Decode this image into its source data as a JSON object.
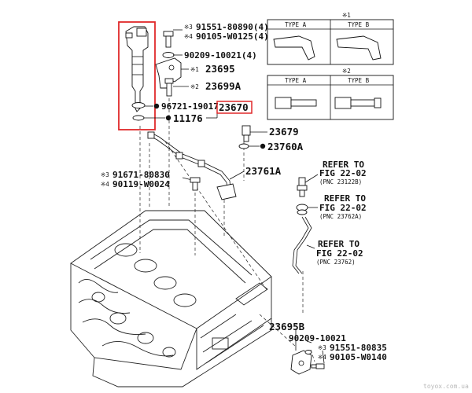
{
  "labels": {
    "injector_bolt_m3": "91551-80890(4)",
    "injector_bolt_m4": "90105-W0125(4)",
    "injector_nut": "90209-10021(4)",
    "clamp": "23695",
    "clamp_bolt": "23699A",
    "gasket_ring": "96721-19017",
    "injector_assy": "23670",
    "gasket_washer": "11176",
    "union": "23679",
    "union_gasket": "23760A",
    "leak_pipe": "23761A",
    "pipe_bolt_m3": "91671-80830",
    "pipe_bolt_m4": "90119-W0024",
    "refer1_line1": "REFER TO",
    "refer1_line2": "FIG 22-02",
    "refer1_pnc": "(PNC 23122B)",
    "refer2_line1": "REFER TO",
    "refer2_line2": "FIG 22-02",
    "refer2_pnc": "(PNC 23762A)",
    "refer3_line1": "REFER TO",
    "refer3_line2": "FIG 22-02",
    "refer3_pnc": "(PNC 23762)",
    "bracket": "23695B",
    "bracket_nut": "90209-10021",
    "bracket_bolt_m3": "91551-80835",
    "bracket_bolt_m4": "90105-W0140"
  },
  "marks": {
    "m1": "※1",
    "m2": "※2",
    "m3": "※3",
    "m4": "※4"
  },
  "type_boxes": {
    "box1": {
      "mark": "※1",
      "type_a": "TYPE A",
      "type_b": "TYPE B"
    },
    "box2": {
      "mark": "※2",
      "type_a": "TYPE A",
      "type_b": "TYPE B"
    }
  },
  "watermark": "toyox.com.ua",
  "colors": {
    "highlight_red": "#e0282a",
    "line": "#111111",
    "box_fill": "#ffffff"
  }
}
